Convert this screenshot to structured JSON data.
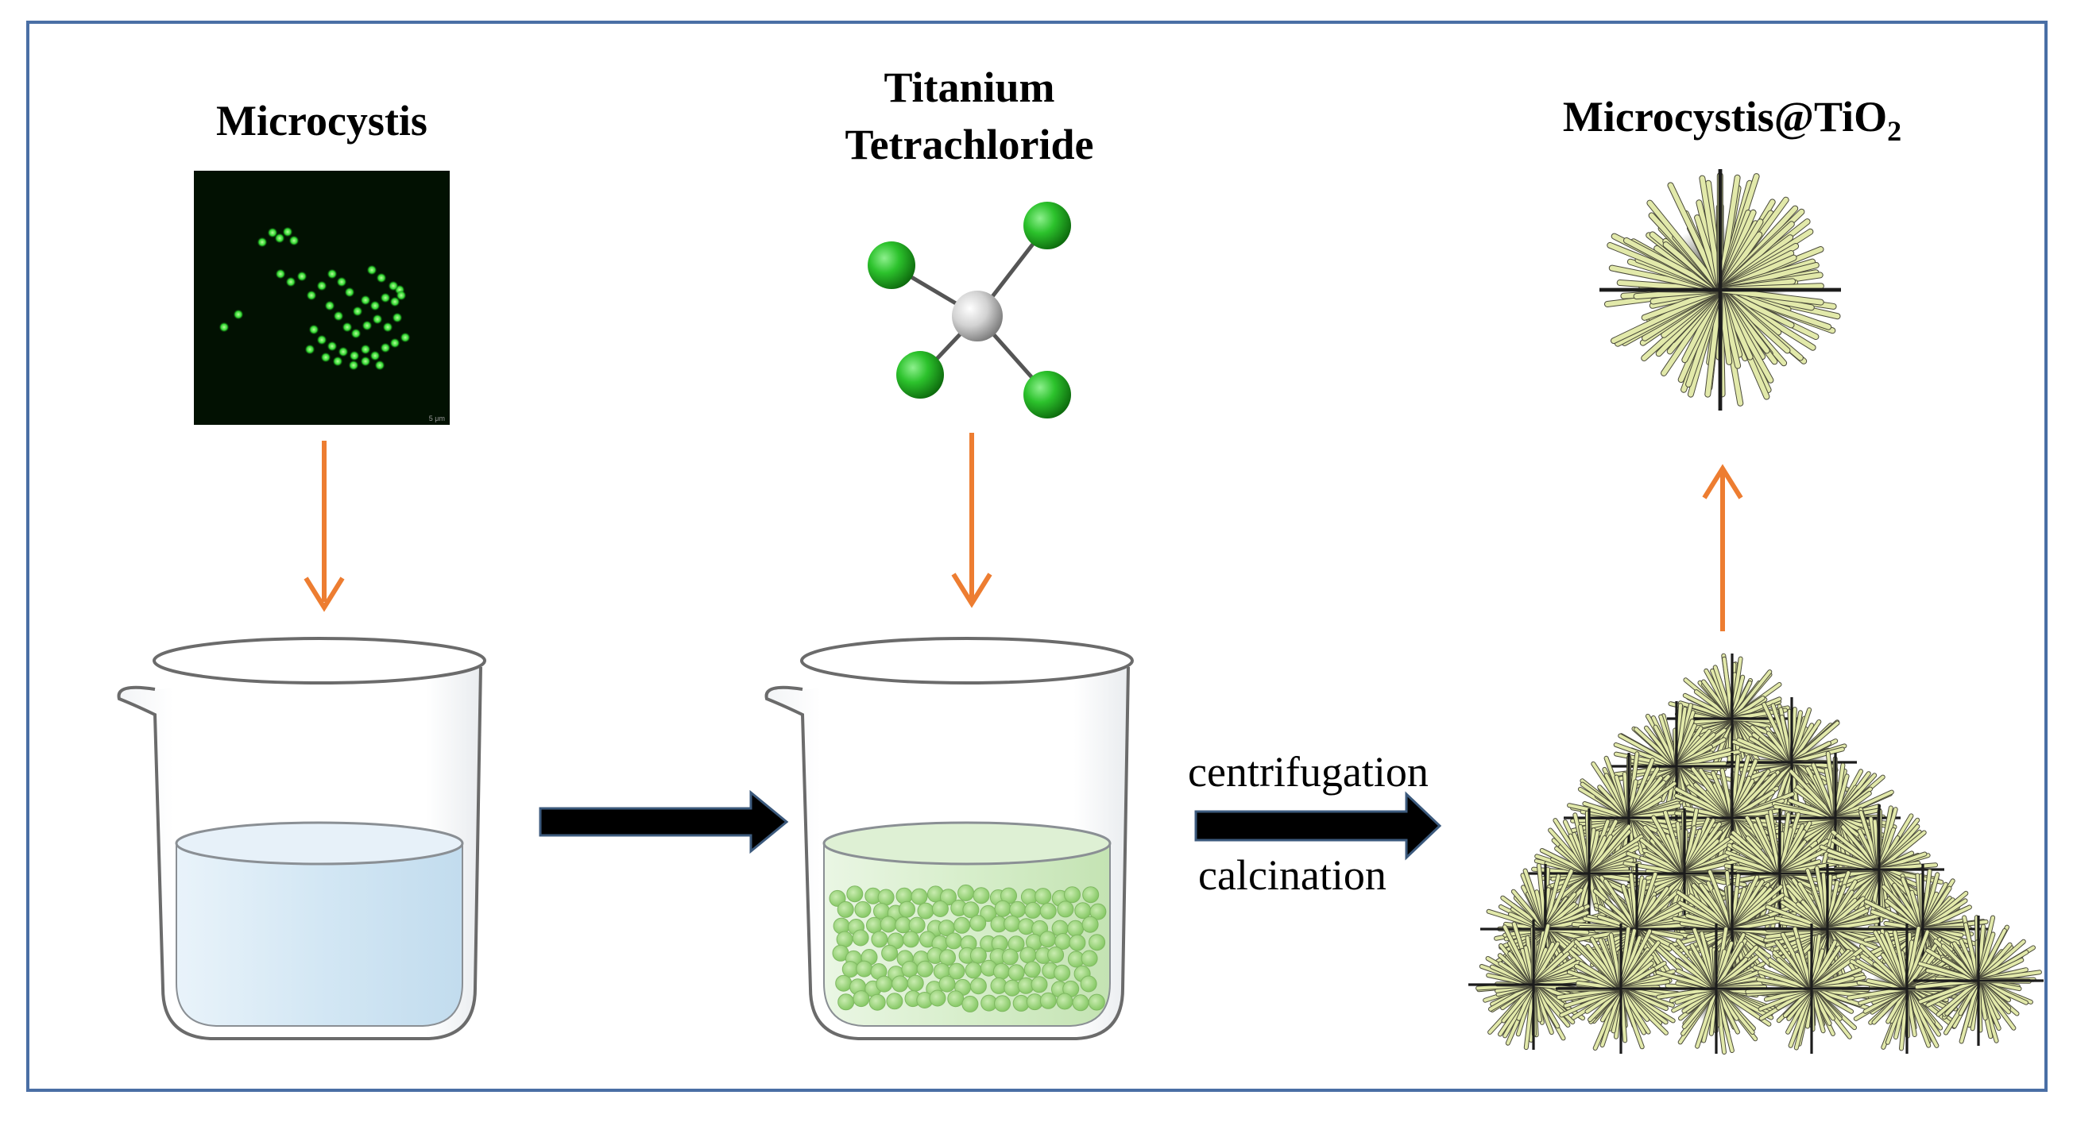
{
  "labels": {
    "microcystis": "Microcystis",
    "titanium_line1": "Titanium",
    "titanium_line2": "Tetrachloride",
    "product_main": "Microcystis@TiO",
    "product_sub": "2",
    "centrifugation": "centrifugation",
    "calcination": "calcination"
  },
  "micrograph": {
    "scale_text": "5 μm"
  },
  "colors": {
    "frame": "#4a6fa5",
    "arrow_orange": "#ed7d31",
    "arrow_black": "#000000",
    "chlorine": "#27b827",
    "titanium": "#c8c8c8",
    "spike": "#e4ebae",
    "particle": "#9ad67a",
    "water": "#d6e9f5"
  }
}
